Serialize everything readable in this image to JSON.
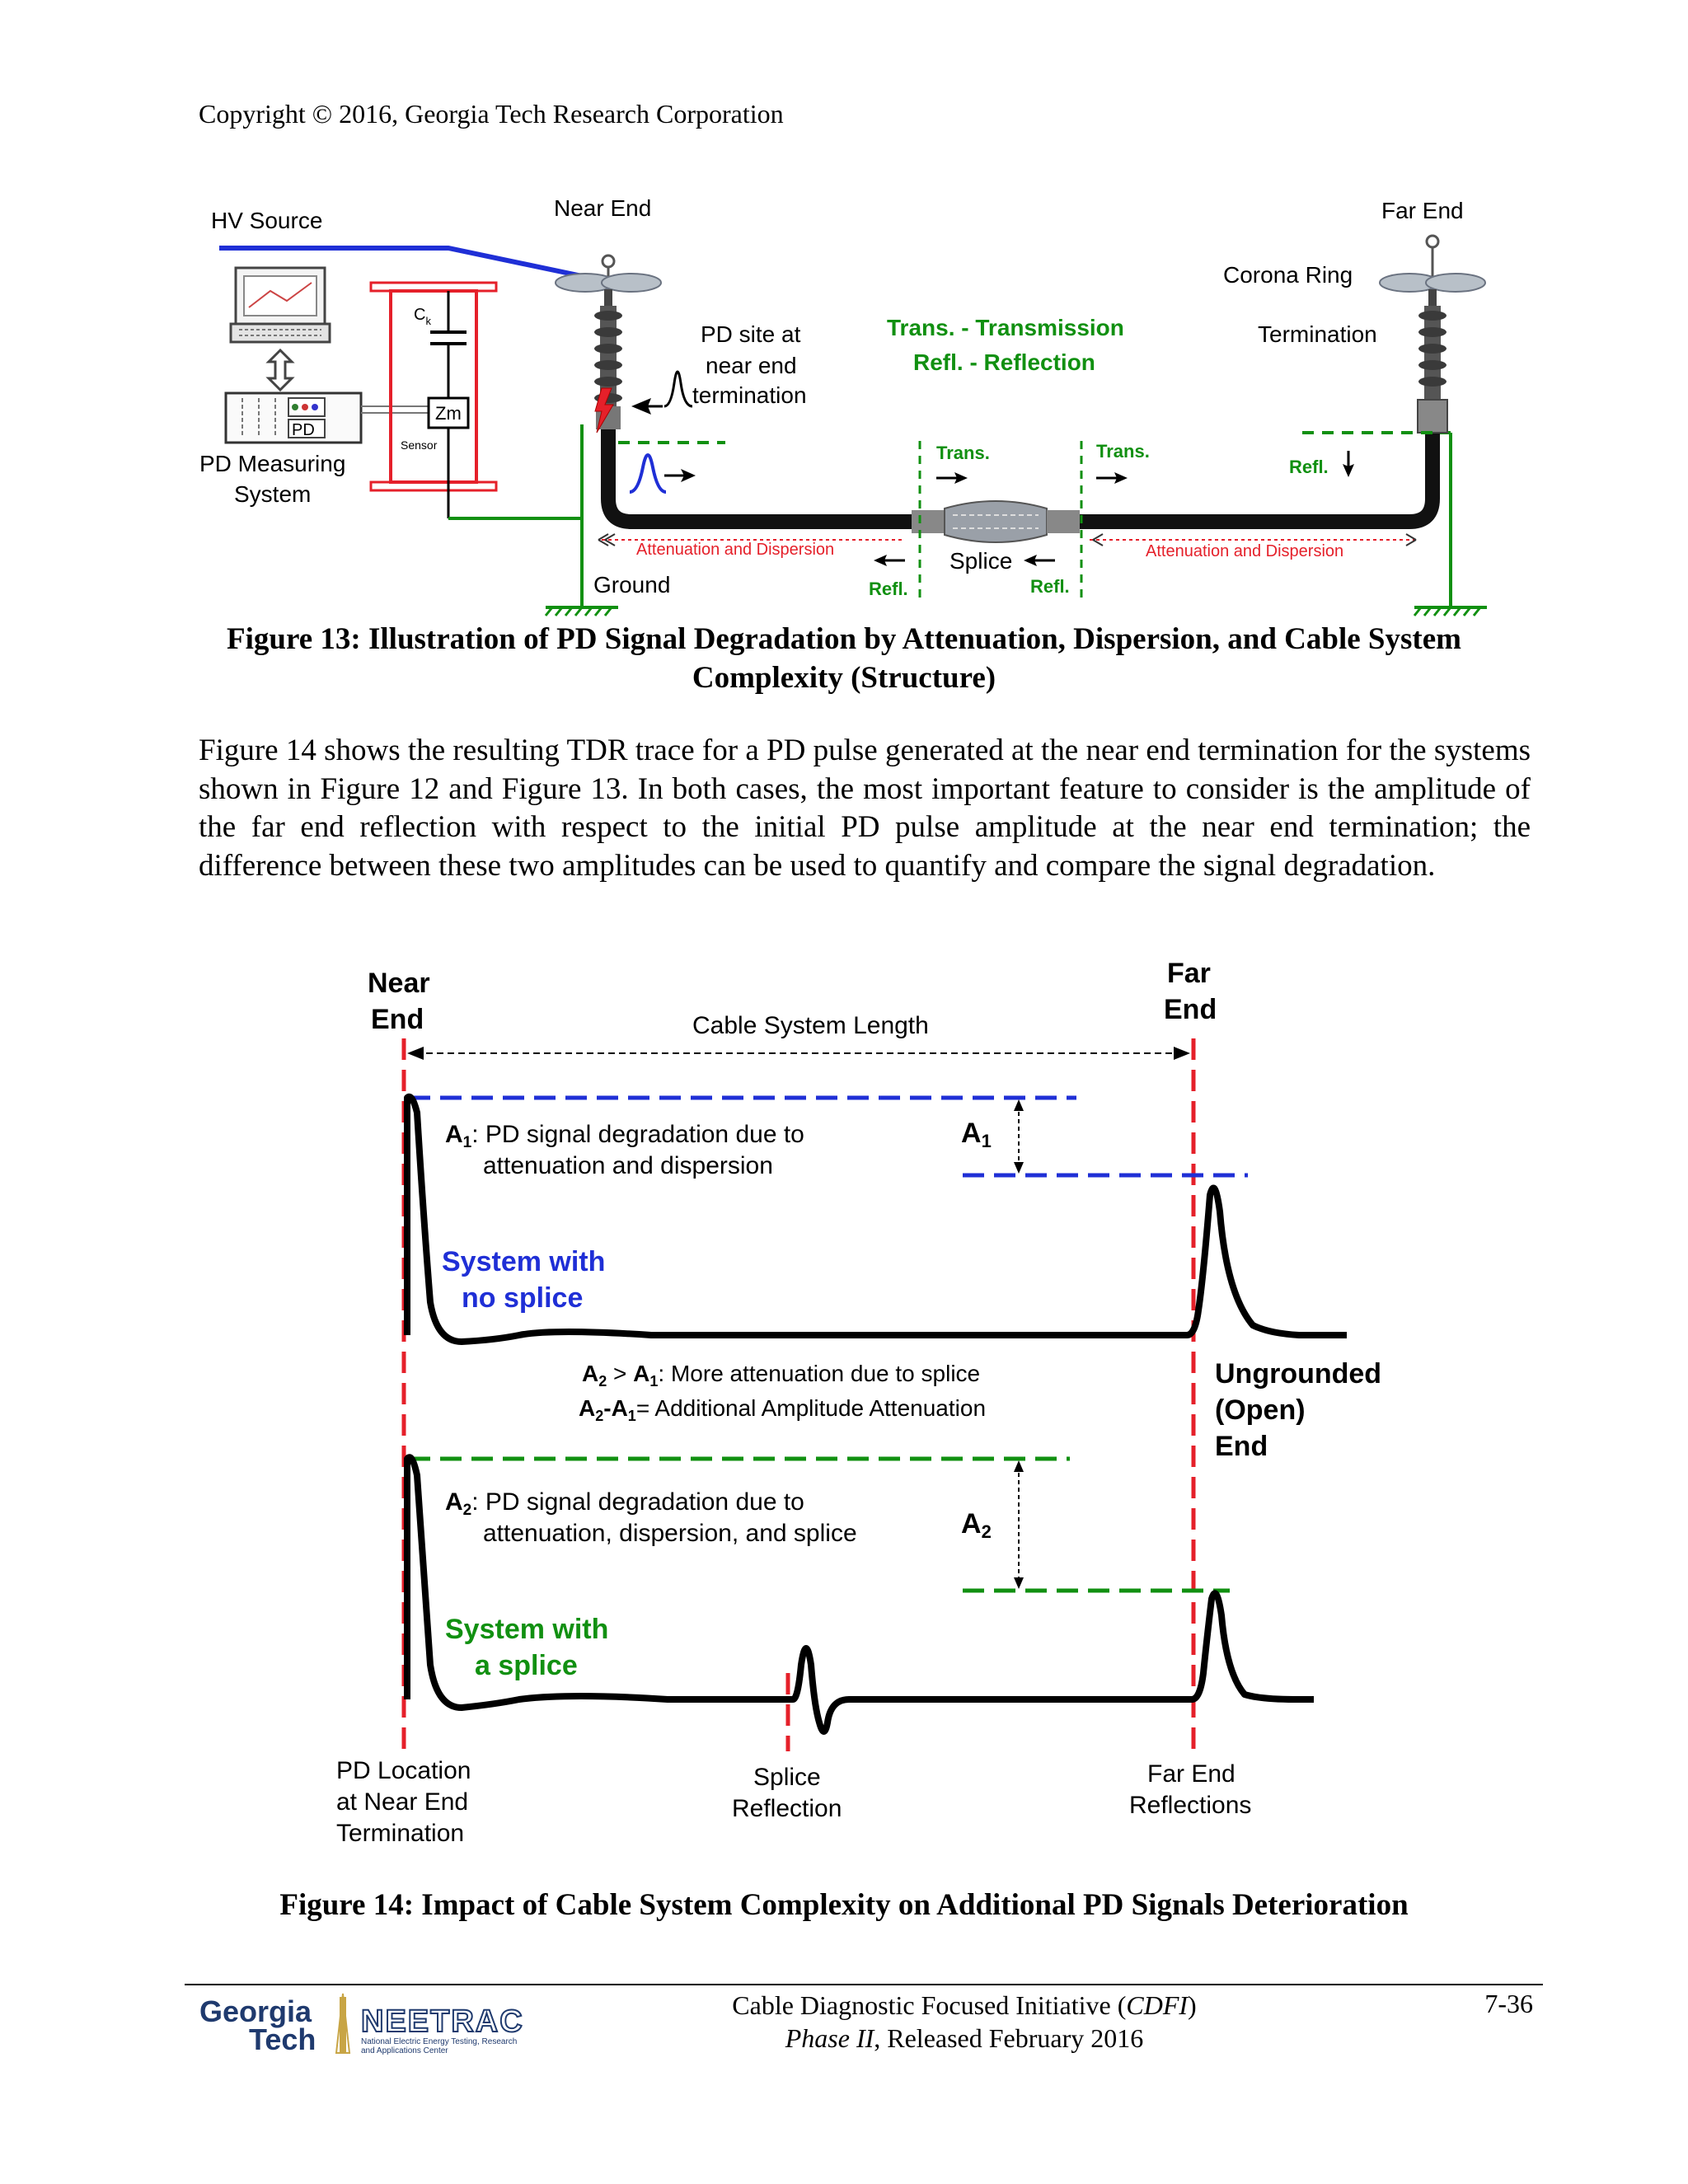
{
  "header": {
    "copyright": "Copyright © 2016, Georgia Tech Research Corporation"
  },
  "figure13": {
    "labels": {
      "hv_source": "HV Source",
      "near_end": "Near End",
      "far_end": "Far End",
      "corona_ring": "Corona Ring",
      "termination": "Termination",
      "pd_site_1": "PD site at",
      "pd_site_2": "near end",
      "pd_site_3": "termination",
      "legend_trans": "Trans. - Transmission",
      "legend_refl": "Refl. - Reflection",
      "ck": "C",
      "ck_sub": "k",
      "zm": "Zm",
      "pd": "PD",
      "sensor": "Sensor",
      "pd_meas_1": "PD Measuring",
      "pd_meas_2": "System",
      "ground": "Ground",
      "splice": "Splice",
      "atten_left": "Attenuation and Dispersion",
      "atten_right": "Attenuation and Dispersion",
      "trans_left": "Trans.",
      "trans_right": "Trans.",
      "refl_far": "Refl.",
      "refl_splice_left": "Refl.",
      "refl_splice_right": "Refl."
    },
    "caption": "Figure 13: Illustration of PD Signal Degradation by Attenuation, Dispersion, and Cable System Complexity (Structure)"
  },
  "body": {
    "paragraph": "Figure 14 shows the resulting TDR trace for a PD pulse generated at the near end termination for the systems shown in Figure 12 and Figure 13. In both cases, the most important feature to consider is the amplitude of the far end reflection with respect to the initial PD pulse amplitude at the near end termination; the difference between these two amplitudes can be used to quantify and compare the signal degradation."
  },
  "figure14": {
    "labels": {
      "near_end_1": "Near",
      "near_end_2": "End",
      "far_end_1": "Far",
      "far_end_2": "End",
      "cable_length": "Cable System Length",
      "a1_sym": "A",
      "a1_sub": "1",
      "a1_desc_1": ": PD signal degradation due to",
      "a1_desc_2": "attenuation and dispersion",
      "no_splice_1": "System with",
      "no_splice_2": "no splice",
      "cmp_1_a": "A",
      "cmp_1_b": "2",
      "cmp_1_c": " > ",
      "cmp_1_d": "A",
      "cmp_1_e": "1",
      "cmp_1_f": ": More attenuation due to splice",
      "cmp_2_a": "A",
      "cmp_2_b": "2",
      "cmp_2_c": "-A",
      "cmp_2_d": "1",
      "cmp_2_e": "= Additional Amplitude Attenuation",
      "ungrounded_1": "Ungrounded",
      "ungrounded_2": "(Open)",
      "ungrounded_3": "End",
      "a2_sym": "A",
      "a2_sub": "2",
      "a2_desc_1": ": PD signal degradation due to",
      "a2_desc_2": "attenuation, dispersion, and splice",
      "with_splice_1": "System with",
      "with_splice_2": "a splice",
      "pd_loc_1": "PD Location",
      "pd_loc_2": "at Near End",
      "pd_loc_3": "Termination",
      "splice_refl_1": "Splice",
      "splice_refl_2": "Reflection",
      "far_refl_1": "Far End",
      "far_refl_2": "Reflections"
    },
    "caption": "Figure 14: Impact of Cable System Complexity on Additional PD Signals Deterioration"
  },
  "footer": {
    "logo_georgia": "Georgia",
    "logo_tech": "Tech",
    "logo_neetrac": "NEETRAC",
    "logo_sub_1": "National Electric Energy Testing, Research",
    "logo_sub_2": "and Applications Center",
    "line1_a": "Cable Diagnostic Focused Initiative (",
    "line1_b": "CDFI",
    "line1_c": ")",
    "line2_a": "Phase II",
    "line2_b": ", Released February 2016",
    "page": "7-36"
  },
  "colors": {
    "blue": "#1f2fd6",
    "green": "#119011",
    "red": "#e5202a",
    "black": "#000000"
  }
}
